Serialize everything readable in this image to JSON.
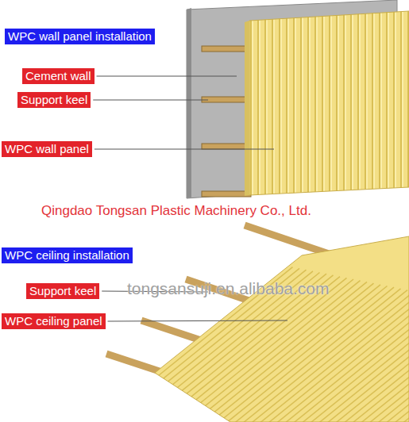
{
  "diagram": {
    "nodes": [
      {
        "text": [
          "WPC wall panel installation"
        ]
      },
      {
        "text": [
          "Cement wall"
        ]
      },
      {
        "text": [
          "Support keel"
        ]
      },
      {
        "text": [
          "WPC wall panel"
        ]
      },
      {
        "text": [
          "WPC ceiling installation"
        ]
      },
      {
        "text": [
          "Support keel"
        ]
      },
      {
        "text": [
          "WPC ceiling panel"
        ]
      }
    ],
    "labels": [
      "Qingdao Tongsan Plastic Machinery Co., Ltd.",
      "tongsansuji.en.alibaba.com"
    ]
  }
}
